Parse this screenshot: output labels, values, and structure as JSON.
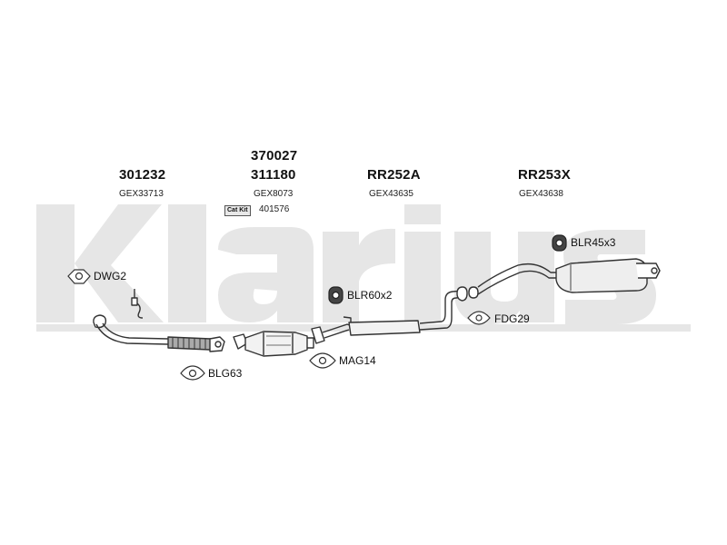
{
  "watermark": {
    "text": "klarius",
    "color": "#e6e6e6"
  },
  "groups": [
    {
      "id": "front-pipe",
      "numbers": [
        "301232"
      ],
      "oe": "GEX33713"
    },
    {
      "id": "catalyst",
      "numbers": [
        "370027",
        "311180"
      ],
      "oe": "GEX8073",
      "catkit_badge": "Cat Kit",
      "catkit_number": "401576"
    },
    {
      "id": "centre-silencer",
      "numbers": [
        "RR252A"
      ],
      "oe": "GEX43635"
    },
    {
      "id": "rear-silencer",
      "numbers": [
        "RR253X"
      ],
      "oe": "GEX43638"
    }
  ],
  "accessories": {
    "dwg2": "DWG2",
    "blg63": "BLG63",
    "blr60": "BLR60x2",
    "mag14": "MAG14",
    "fdg29": "FDG29",
    "blr45": "BLR45x3"
  },
  "colors": {
    "line": "#333333",
    "shade": "#9a9a9a",
    "light": "#dcdcdc"
  }
}
